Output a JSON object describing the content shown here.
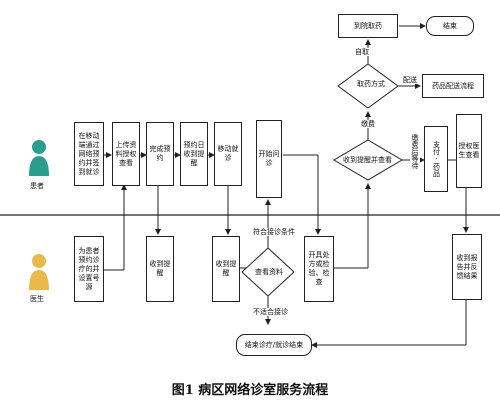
{
  "roles": {
    "patient": "患者",
    "doctor": "医生"
  },
  "patient_row": {
    "p1": "在移动端通过网络预约并签到就诊",
    "p2": "上传资料授权查看",
    "p3": "完成预约",
    "p4": "预约日收到提醒",
    "p5": "移动就诊",
    "start_consult": "开始问诊",
    "receive_open": "收到提醒并查看",
    "pay": "支付·药品",
    "auth_view": "授权医生查看"
  },
  "doctor_row": {
    "d1": "为患者预约诊疗的并设置号源",
    "d2": "收到提醒",
    "d3": "收到提醒",
    "review": "查看资料",
    "prescribe": "开具处方或检验、检查",
    "report": "收到报告并反馈结果",
    "end": "结束诊疗/就诊结束"
  },
  "top_flow": {
    "decision": "取药方式",
    "pickup": "到院取药",
    "finish": "结束",
    "delivery": "药品配送流程",
    "label_pickup": "自取",
    "label_delivery": "配送",
    "label_pay": "缴费"
  },
  "labels": {
    "fit": "符合接诊条件",
    "unfit": "不适合接诊",
    "pay_vert": "缴费后等待"
  },
  "caption": "图1  病区网络诊室服务流程"
}
